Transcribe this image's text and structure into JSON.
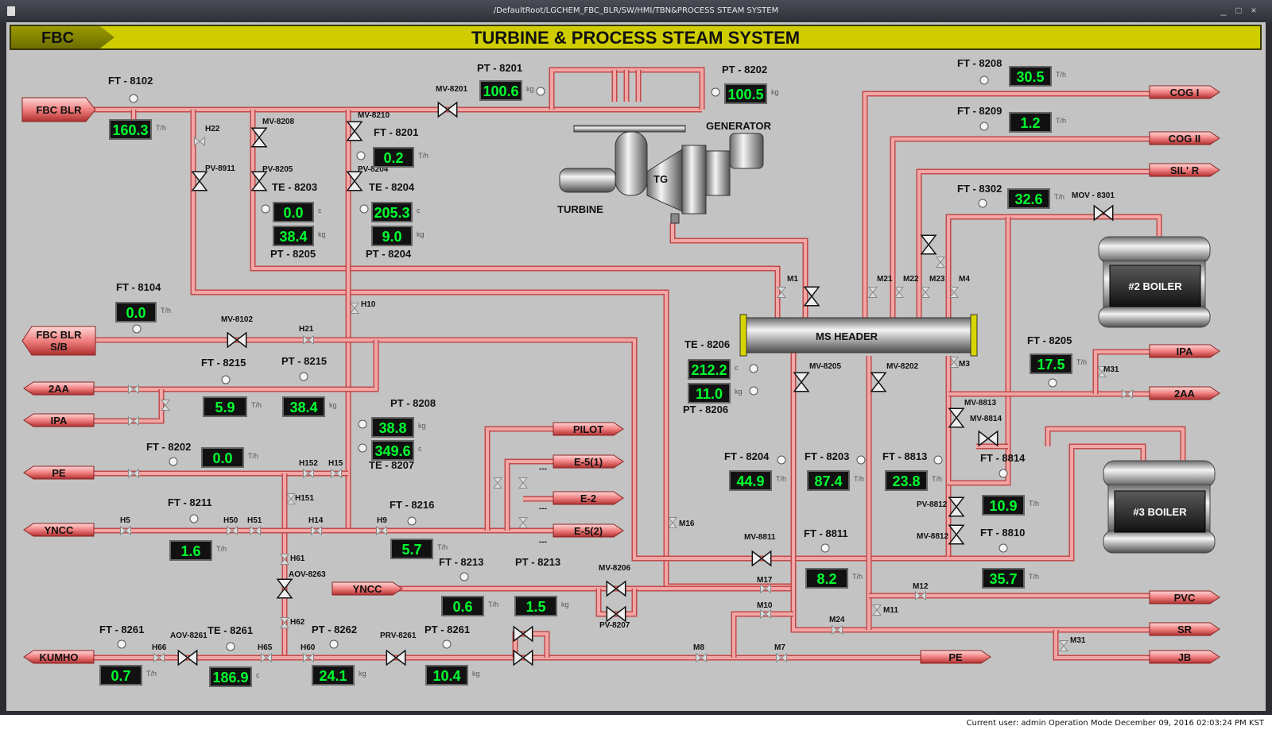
{
  "window": {
    "title": "/DefaultRoot/LGCHEM_FBC_BLR/SW/HMI/TBN&PROCESS STEAM SYSTEM",
    "minimize": "_",
    "maximize": "□",
    "close": "×"
  },
  "header": {
    "tag": "FBC",
    "title": "TURBINE & PROCESS STEAM SYSTEM"
  },
  "footer": {
    "status": "Current user:  admin Operation Mode December 09, 2016 02:03:24 PM KST"
  },
  "colors": {
    "pipe": "#f2a6a6",
    "pipe_edge": "#c24a4a",
    "display_bg": "#000000",
    "display_fg": "#00ff30",
    "header_bar": "#cfcc00",
    "background": "#c3c3c3"
  },
  "equipment": {
    "turbine": "TURBINE",
    "tg": "TG",
    "generator": "GENERATOR",
    "ms_header": "MS HEADER",
    "boiler2": "#2 BOILER",
    "boiler3": "#3 BOILER"
  },
  "sources": {
    "fbc_blr": "FBC BLR",
    "fbc_blr_sb1": "FBC BLR",
    "fbc_blr_sb2": "S/B",
    "aa2_left": "2AA",
    "ipa_left": "IPA",
    "pe_left": "PE",
    "yncc_left": "YNCC",
    "yncc_mid": "YNCC",
    "kumho": "KUMHO",
    "pe_bottom": "PE",
    "pilot": "PILOT",
    "e5_1": "E-5(1)",
    "e2": "E-2",
    "e5_2": "E-5(2)",
    "cog1": "COG I",
    "cog2": "COG II",
    "sil_r": "SIL' R",
    "ipa_right": "IPA",
    "aa2_right": "2AA",
    "pvc": "PVC",
    "sr": "SR",
    "jb": "JB"
  },
  "units": {
    "th": "T/h",
    "kg": "kg",
    "c": "c"
  },
  "instruments": {
    "ft8102": {
      "label": "FT - 8102",
      "value": "160.3"
    },
    "pt8201": {
      "label": "PT - 8201",
      "value": "100.6"
    },
    "pt8202": {
      "label": "PT - 8202",
      "value": "100.5"
    },
    "ft8201": {
      "label": "FT - 8201",
      "value": "0.2"
    },
    "te8203": {
      "label": "TE - 8203",
      "value": "0.0"
    },
    "pt8205": {
      "label": "PT - 8205",
      "value": "38.4"
    },
    "te8204": {
      "label": "TE - 8204",
      "value": "205.3"
    },
    "pt8204": {
      "label": "PT - 8204",
      "value": "9.0"
    },
    "ft8104": {
      "label": "FT - 8104",
      "value": "0.0"
    },
    "ft8215": {
      "label": "FT - 8215",
      "value": "5.9"
    },
    "pt8215": {
      "label": "PT - 8215",
      "value": "38.4"
    },
    "pt8208": {
      "label": "PT - 8208",
      "value": "38.8"
    },
    "te8207": {
      "label": "TE - 8207",
      "value": "349.6"
    },
    "ft8202": {
      "label": "FT - 8202",
      "value": "0.0"
    },
    "ft8211": {
      "label": "FT - 8211",
      "value": "1.6"
    },
    "ft8216": {
      "label": "FT - 8216",
      "value": "5.7"
    },
    "ft8213": {
      "label": "FT - 8213",
      "value": "0.6"
    },
    "pt8213": {
      "label": "PT - 8213",
      "value": "1.5"
    },
    "ft8261": {
      "label": "FT - 8261",
      "value": "0.7"
    },
    "te8261": {
      "label": "TE - 8261",
      "value": "186.9"
    },
    "pt8262": {
      "label": "PT - 8262",
      "value": "24.1"
    },
    "pt8261": {
      "label": "PT - 8261",
      "value": "10.4"
    },
    "te8206": {
      "label": "TE - 8206",
      "value": "212.2"
    },
    "pt8206": {
      "label": "PT - 8206",
      "value": "11.0"
    },
    "ft8204": {
      "label": "FT - 8204",
      "value": "44.9"
    },
    "ft8203": {
      "label": "FT - 8203",
      "value": "87.4"
    },
    "ft8813": {
      "label": "FT - 8813",
      "value": "23.8"
    },
    "ft8811": {
      "label": "FT - 8811",
      "value": "8.2"
    },
    "ft8208": {
      "label": "FT - 8208",
      "value": "30.5"
    },
    "ft8209": {
      "label": "FT - 8209",
      "value": "1.2"
    },
    "ft8302": {
      "label": "FT - 8302",
      "value": "32.6"
    },
    "ft8205": {
      "label": "FT - 8205",
      "value": "17.5"
    },
    "ft8814": {
      "label": "FT - 8814",
      "value": "10.9"
    },
    "ft8810": {
      "label": "FT - 8810",
      "value": "35.7"
    }
  },
  "valves": {
    "mv8201": "MV-8201",
    "mv8208": "MV-8208",
    "mv8210": "MV-8210",
    "pv8911": "PV-8911",
    "pv8205": "PV-8205",
    "pv8204": "PV-8204",
    "mv8102": "MV-8102",
    "aov8263": "AOV-8263",
    "aov8261": "AOV-8261",
    "prv8261": "PRV-8261",
    "mv8206": "MV-8206",
    "pv8207": "PV-8207",
    "mv8205": "MV-8205",
    "mv8202": "MV-8202",
    "mv8811": "MV-8811",
    "mv8813": "MV-8813",
    "mv8814": "MV-8814",
    "pv8812": "PV-8812",
    "mv8812": "MV-8812",
    "mov8301": "MOV - 8301"
  },
  "hand_valves": {
    "h22": "H22",
    "h10": "H10",
    "h21": "H21",
    "h152": "H152",
    "h15": "H15",
    "h151": "H151",
    "h5": "H5",
    "h50": "H50",
    "h51": "H51",
    "h14": "H14",
    "h9": "H9",
    "h61": "H61",
    "h62": "H62",
    "h66": "H66",
    "h65": "H65",
    "h60": "H60",
    "m1": "M1",
    "m21": "M21",
    "m22": "M22",
    "m23": "M23",
    "m4": "M4",
    "m3": "M3",
    "m31a": "M31",
    "m16": "M16",
    "m17": "M17",
    "m12": "M12",
    "m10": "M10",
    "m11": "M11",
    "m24": "M24",
    "m8": "M8",
    "m7": "M7",
    "m31b": "M31"
  },
  "dashes": "---"
}
